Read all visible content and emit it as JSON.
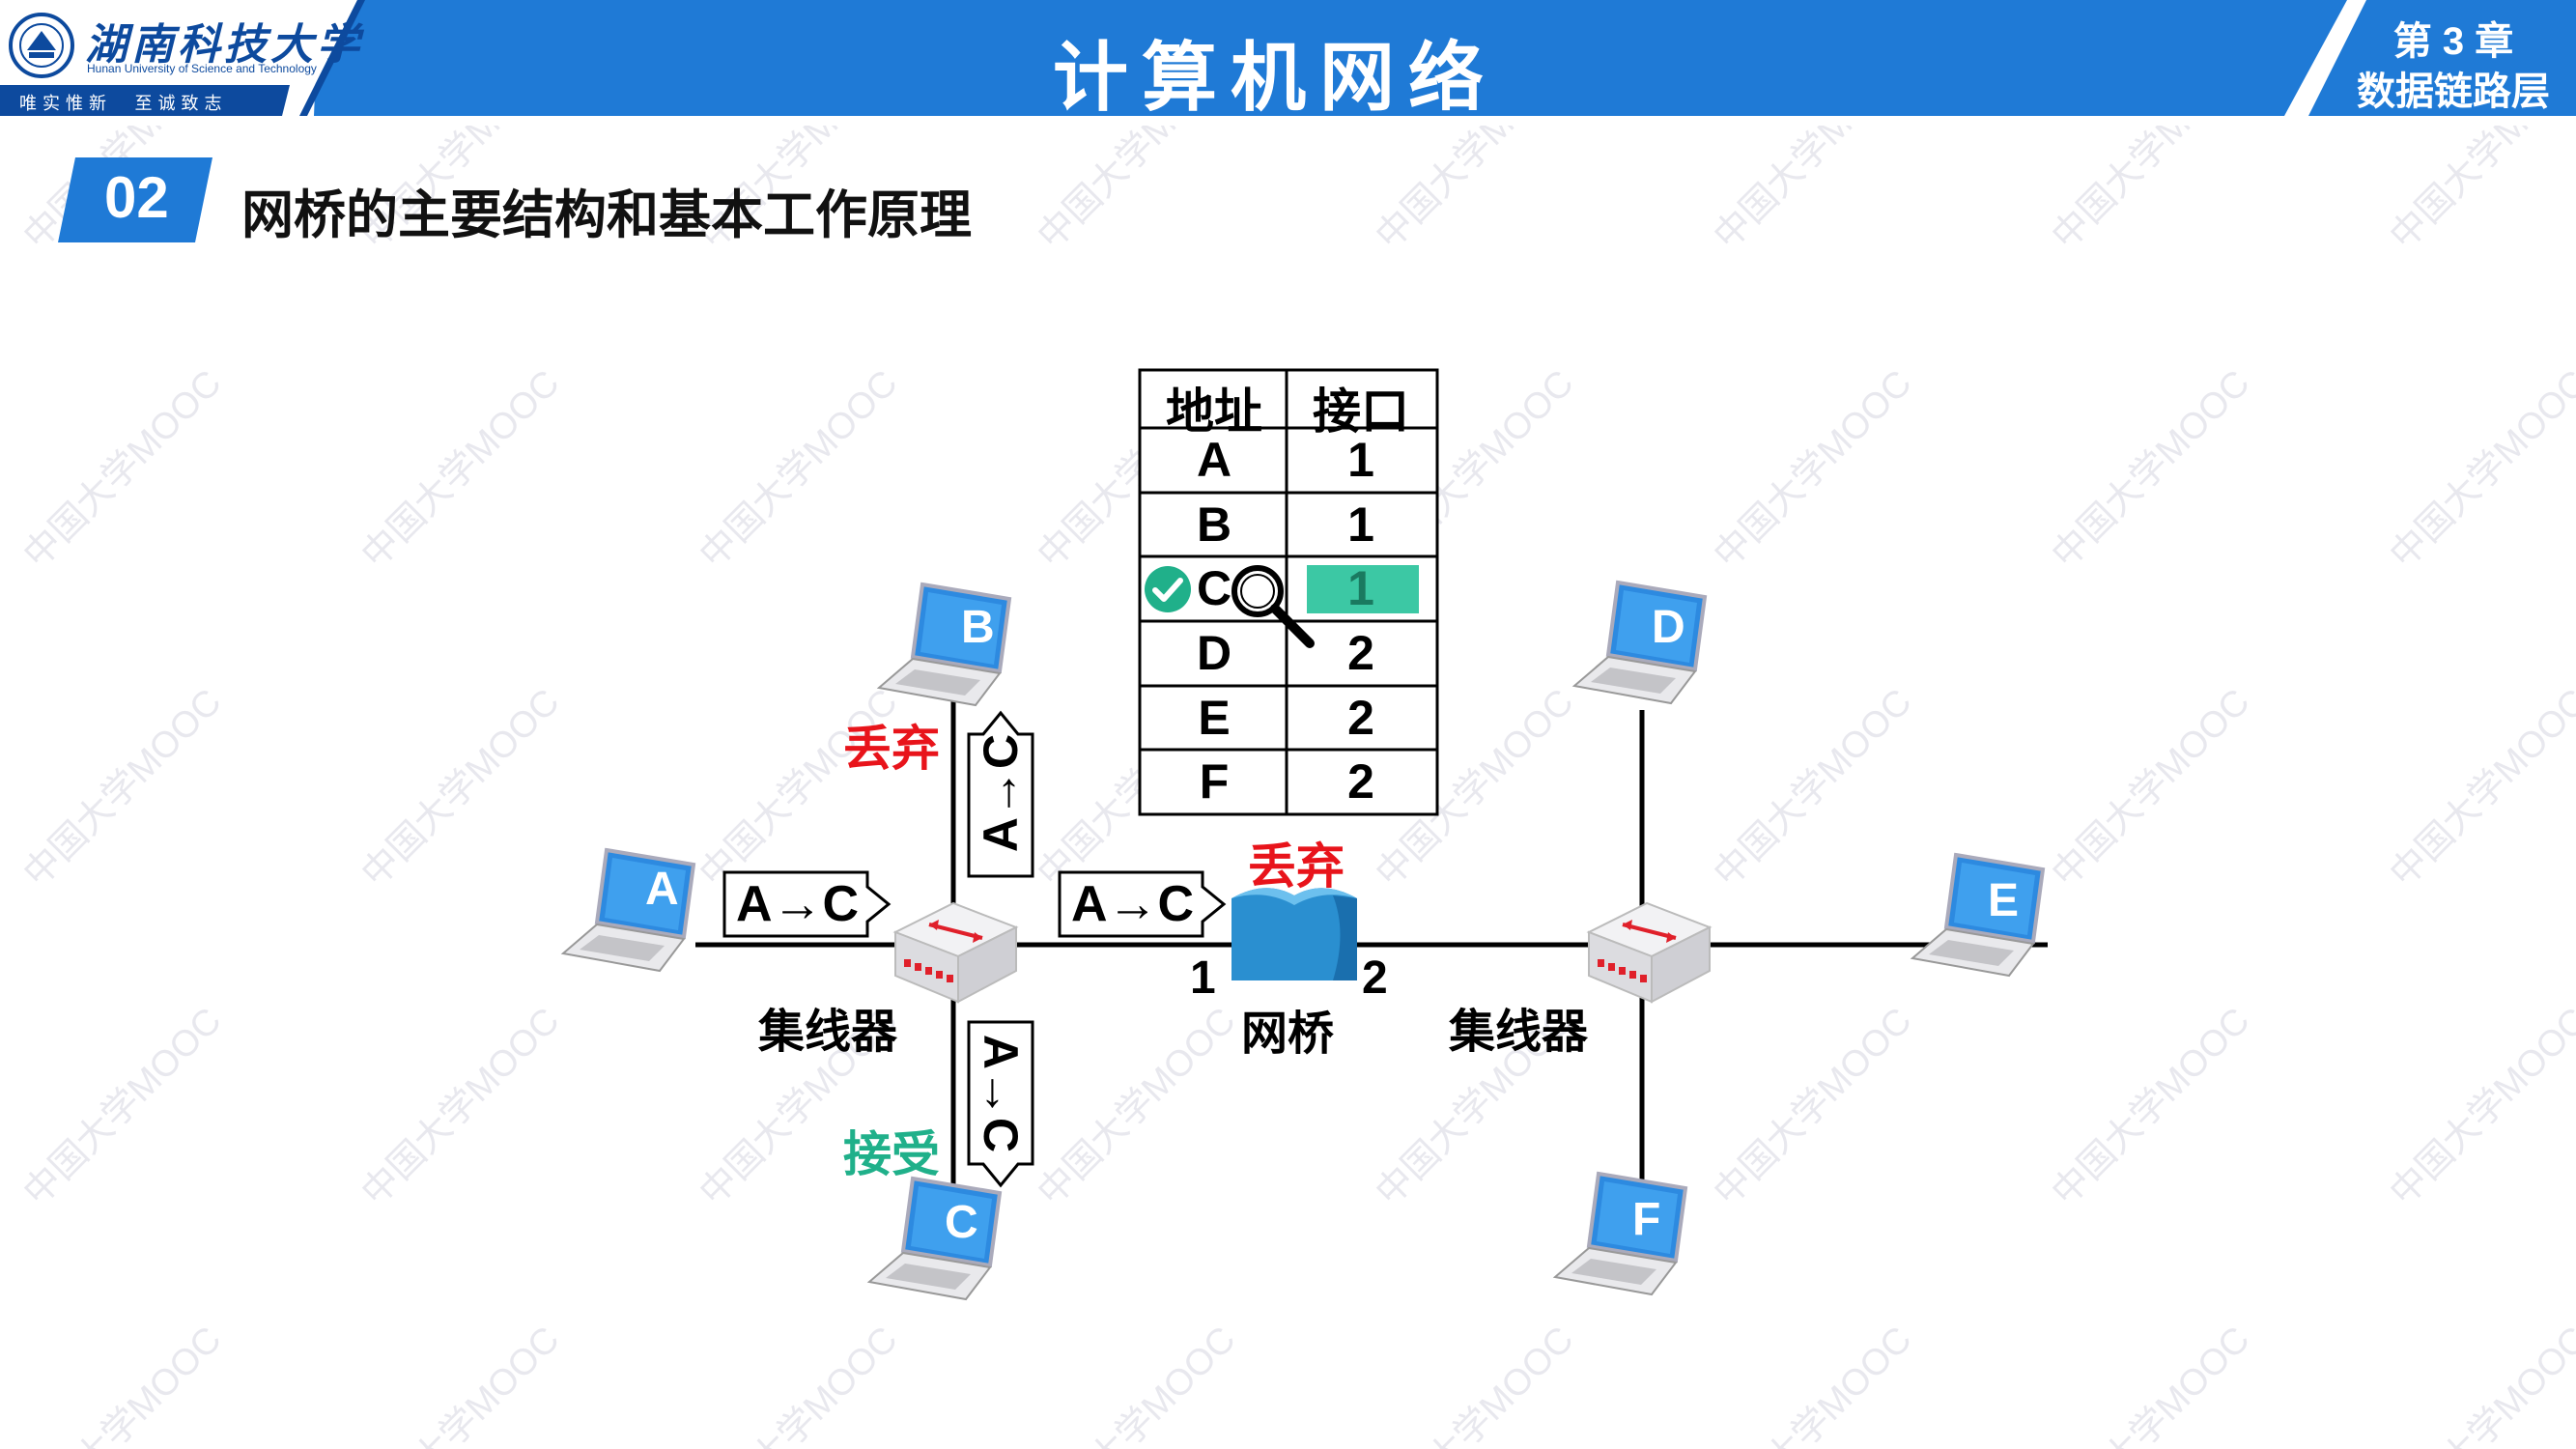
{
  "header": {
    "university_name_cn": "湖南科技大学",
    "university_name_en": "Hunan University of Science and Technology",
    "motto": "唯实惟新  至诚致志",
    "course_title": "计算机网络",
    "chapter": "第 3 章",
    "chapter_title": "数据链路层",
    "colors": {
      "primary": "#1f7ad6",
      "dark": "#0d4a9e"
    }
  },
  "section": {
    "number": "02",
    "title": "网桥的主要结构和基本工作原理"
  },
  "table": {
    "headers": [
      "地址",
      "接口"
    ],
    "rows": [
      {
        "address": "A",
        "port": "1"
      },
      {
        "address": "B",
        "port": "1"
      },
      {
        "address": "C",
        "port": "1",
        "highlighted": true
      },
      {
        "address": "D",
        "port": "2"
      },
      {
        "address": "E",
        "port": "2"
      },
      {
        "address": "F",
        "port": "2"
      }
    ],
    "highlight_color": "#3cc8a4"
  },
  "hosts": {
    "A": "A",
    "B": "B",
    "C": "C",
    "D": "D",
    "E": "E",
    "F": "F"
  },
  "devices": {
    "hub_left": "集线器",
    "bridge": "网桥",
    "hub_right": "集线器",
    "bridge_port1": "1",
    "bridge_port2": "2"
  },
  "frames": {
    "a_to_host": "A→C",
    "hub_to_bridge": "A→C",
    "to_b": "A→C",
    "to_c": "A→C"
  },
  "status": {
    "drop_b": "丢弃",
    "drop_bridge": "丢弃",
    "accept_c": "接受",
    "drop_color": "#e8141b",
    "accept_color": "#20b08a"
  },
  "icons": [
    "check-icon",
    "magnifier-icon",
    "laptop-icon",
    "hub-icon",
    "bridge-icon",
    "university-logo"
  ],
  "watermark": "中国大学MOOC"
}
